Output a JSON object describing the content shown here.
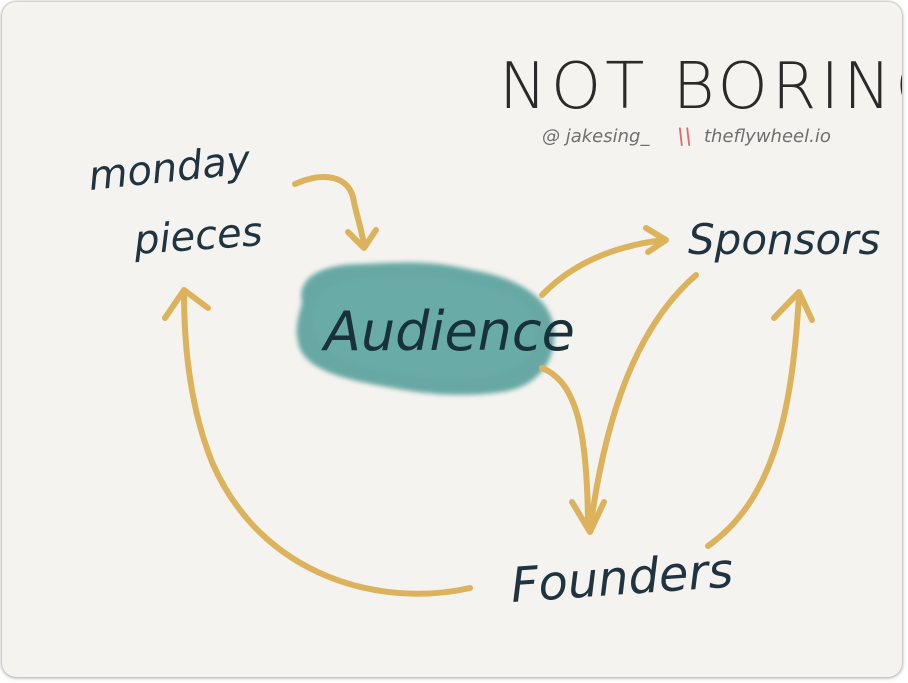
{
  "title": "NOT BORING",
  "credit": {
    "left": "@ jakesing_",
    "separator": "\\\\",
    "right": "theflywheel.io"
  },
  "nodes": {
    "monday_line1": "monday",
    "monday_line2": "pieces",
    "audience": "Audience",
    "sponsors": "Sponsors",
    "founders": "Founders"
  },
  "colors": {
    "background": "#f5f3ef",
    "arrow": "#dcb35c",
    "blob": "#4f9b97",
    "ink": "#1f3340",
    "separator": "#e06a6a"
  }
}
